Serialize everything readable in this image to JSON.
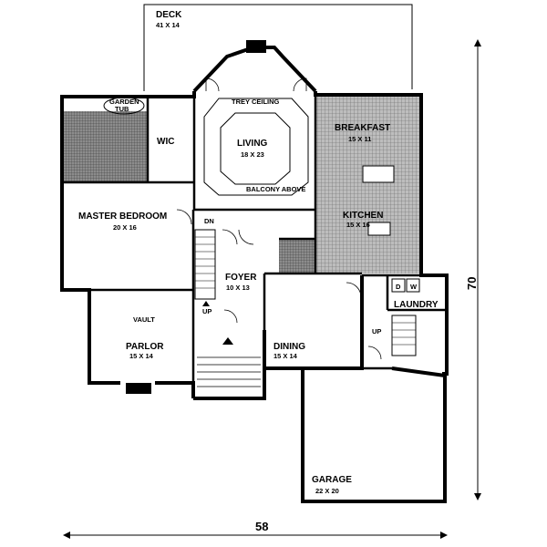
{
  "rooms": {
    "deck": {
      "name": "DECK",
      "size": "41 X 14"
    },
    "garden_tub": {
      "name": "GARDEN",
      "name2": "TUB"
    },
    "wic": {
      "name": "WIC"
    },
    "trey": {
      "name": "TREY CEILING"
    },
    "living": {
      "name": "LIVING",
      "size": "18 X 23"
    },
    "balcony": {
      "name": "BALCONY ABOVE"
    },
    "breakfast": {
      "name": "BREAKFAST",
      "size": "15 X 11"
    },
    "kitchen": {
      "name": "KITCHEN",
      "size": "15 X 16"
    },
    "master": {
      "name": "MASTER BEDROOM",
      "size": "20 X 16"
    },
    "dn": {
      "name": "DN"
    },
    "foyer": {
      "name": "FOYER",
      "size": "10 X 13"
    },
    "up1": {
      "name": "UP"
    },
    "vault": {
      "name": "VAULT"
    },
    "parlor": {
      "name": "PARLOR",
      "size": "15 X 14"
    },
    "dining": {
      "name": "DINING",
      "size": "15 X 14"
    },
    "laundry": {
      "name": "LAUNDRY"
    },
    "dw": {
      "d": "D",
      "w": "W"
    },
    "up2": {
      "name": "UP"
    },
    "garage": {
      "name": "GARAGE",
      "size": "22 X 20"
    }
  },
  "dimensions": {
    "width": "58",
    "depth": "70"
  },
  "colors": {
    "line": "#000000",
    "background": "#ffffff",
    "tile": "#9a9a9a"
  }
}
